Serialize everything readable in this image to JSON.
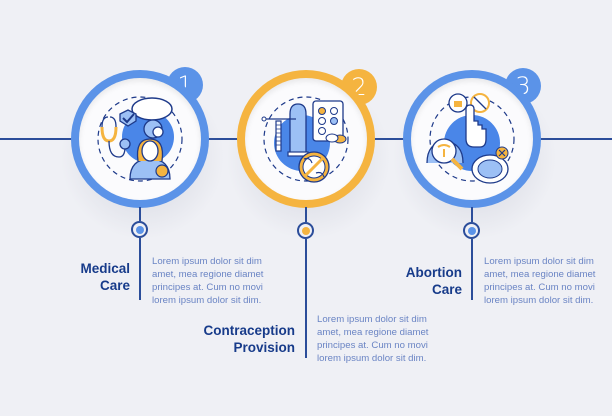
{
  "colors": {
    "background": "#eff0f5",
    "line": "#2b4d9a",
    "blue_ring": "#5b93e8",
    "orange_ring": "#f5b440",
    "title_text": "#173b8a",
    "desc_text": "#6a84c4"
  },
  "steps": [
    {
      "number": "1",
      "title_line1": "Medical",
      "title_line2": "Care",
      "accent": "blue",
      "icon": "medical-care-icon",
      "description": [
        "Lorem ipsum dolor sit dim",
        "amet, mea regione diamet",
        "principes at. Cum no movi",
        "lorem ipsum dolor sit dim."
      ]
    },
    {
      "number": "2",
      "title_line1": "Contraception",
      "title_line2": "Provision",
      "accent": "orange",
      "icon": "contraception-icon",
      "description": [
        "Lorem ipsum dolor sit dim",
        "amet, mea regione diamet",
        "principes at. Cum no movi",
        "lorem ipsum dolor sit dim."
      ]
    },
    {
      "number": "3",
      "title_line1": "Abortion",
      "title_line2": "Care",
      "accent": "blue",
      "icon": "abortion-care-icon",
      "description": [
        "Lorem ipsum dolor sit dim",
        "amet, mea regione diamet",
        "principes at. Cum no movi",
        "lorem ipsum dolor sit dim."
      ]
    }
  ]
}
